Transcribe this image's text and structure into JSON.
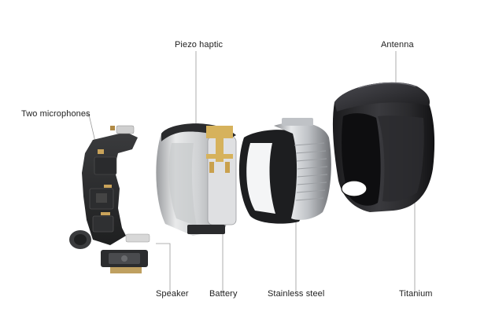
{
  "labels": {
    "piezo_haptic": "Piezo haptic",
    "antenna": "Antenna",
    "two_microphones": "Two microphones",
    "speaker": "Speaker",
    "battery": "Battery",
    "stainless_steel": "Stainless steel",
    "titanium": "Titanium"
  },
  "icons": {
    "board_module": "electronics-board-icon",
    "battery_ring": "battery-ring-icon",
    "steel_ring": "stainless-steel-ring-icon",
    "titanium_ring": "titanium-shell-icon"
  }
}
